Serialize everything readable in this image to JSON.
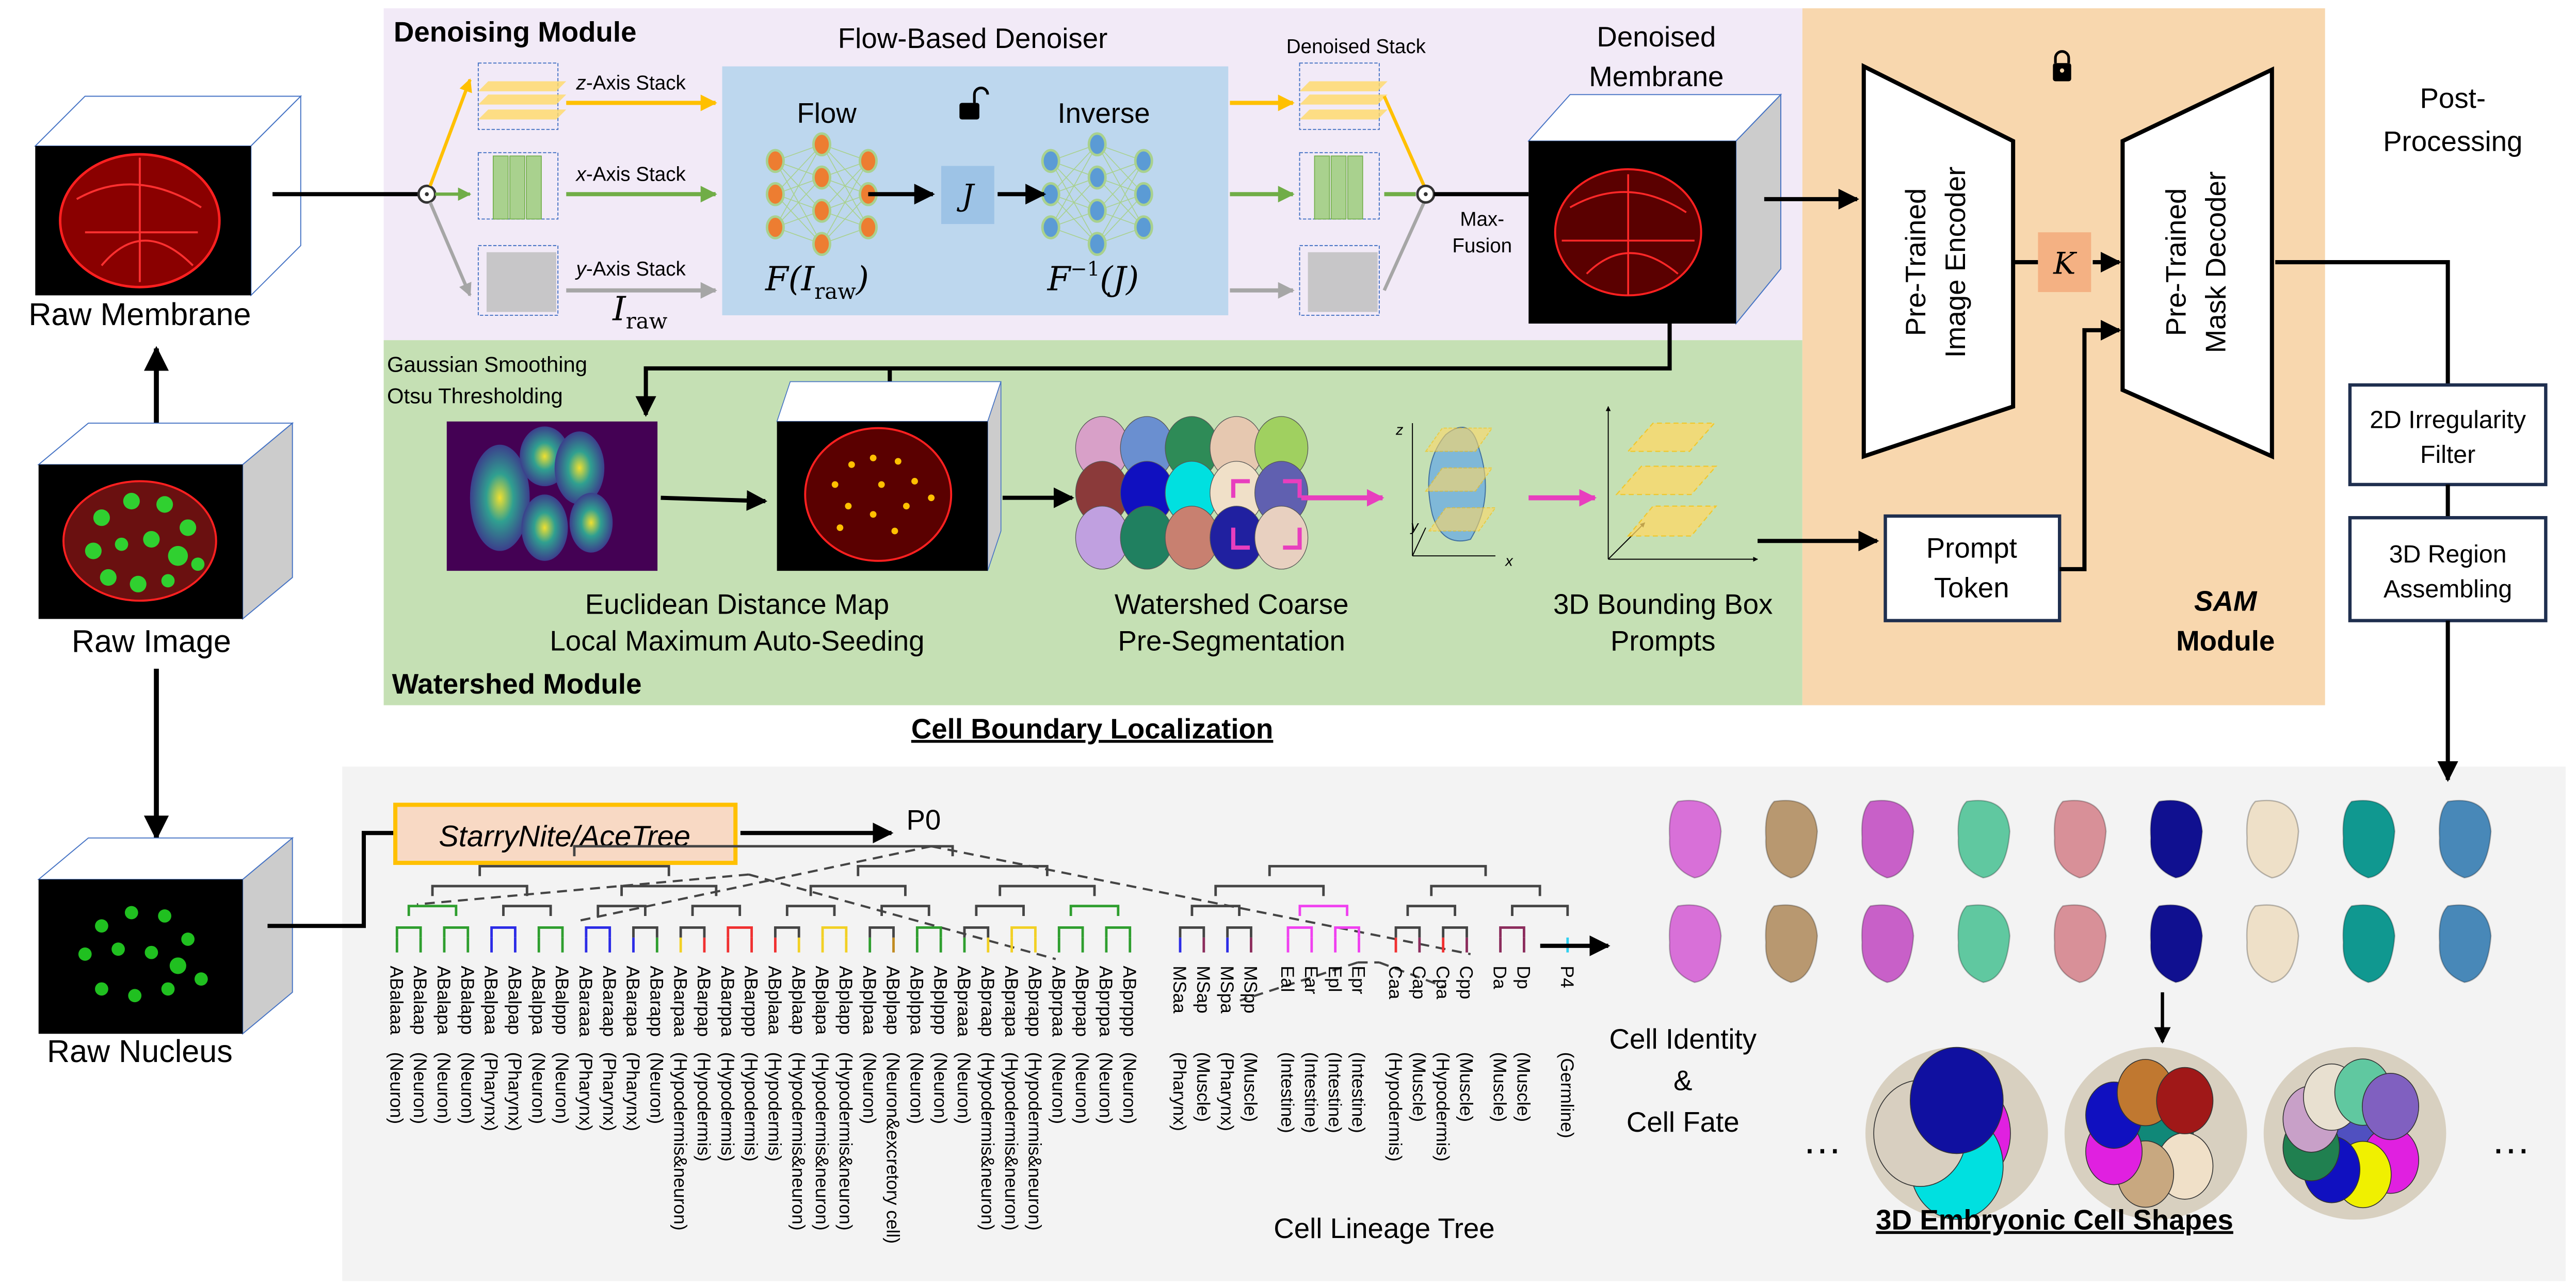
{
  "left_column": {
    "raw_membrane_label": "Raw Membrane",
    "raw_image_label": "Raw Image",
    "raw_nucleus_label": "Raw Nucleus"
  },
  "denoising_module": {
    "title": "Denoising Module",
    "stacks": [
      {
        "label_axis": "z",
        "label_rest": "-Axis Stack",
        "color": "#FFC000"
      },
      {
        "label_axis": "x",
        "label_rest": "-Axis Stack",
        "color": "#70AD47"
      },
      {
        "label_axis": "y",
        "label_rest": "-Axis Stack",
        "color": "#A6A6A6"
      }
    ],
    "input_symbol": "I",
    "input_subscript": "raw",
    "flow_denoiser": {
      "title": "Flow-Based Denoiser",
      "flow_label": "Flow",
      "inverse_label": "Inverse",
      "latent_symbol": "J",
      "flow_formula": "F(I",
      "flow_formula_sub": "raw",
      "flow_formula_end": ")",
      "inverse_formula": "F",
      "inverse_formula_sup": "−1",
      "inverse_formula_end": "(J)",
      "lock_state": "unlocked"
    },
    "denoised_stack_label": "Denoised Stack",
    "max_fusion_label_1": "Max-",
    "max_fusion_label_2": "Fusion",
    "denoised_membrane_label_1": "Denoised",
    "denoised_membrane_label_2": "Membrane"
  },
  "watershed_module": {
    "title": "Watershed Module",
    "preprocess_1": "Gaussian Smoothing",
    "preprocess_2": "Otsu Thresholding",
    "edm_label_1": "Euclidean Distance Map",
    "edm_label_2": "Local Maximum Auto-Seeding",
    "coarse_label_1": "Watershed Coarse",
    "coarse_label_2": "Pre-Segmentation",
    "bbox_label_1": "3D Bounding Box",
    "bbox_label_2": "Prompts",
    "axes": {
      "z": "z",
      "y": "y",
      "x": "x"
    }
  },
  "section_titles": {
    "cell_boundary": "Cell Boundary Localization",
    "cell_shapes": "3D Embryonic Cell Shapes"
  },
  "sam_module": {
    "title_1": "SAM",
    "title_2": "Module",
    "encoder_1": "Pre-Trained",
    "encoder_2": "Image Encoder",
    "decoder_1": "Pre-Trained",
    "decoder_2": "Mask Decoder",
    "key_symbol": "K",
    "prompt_token_1": "Prompt",
    "prompt_token_2": "Token",
    "lock_state": "locked"
  },
  "post_processing": {
    "title_1": "Post-",
    "title_2": "Processing",
    "steps": [
      {
        "line1": "2D Irregularity",
        "line2": "Filter"
      },
      {
        "line1": "3D Region",
        "line2": "Assembling"
      }
    ]
  },
  "lineage": {
    "tracker_label": "StarryNite/AceTree",
    "root_label": "P0",
    "tree_title": "Cell Lineage Tree",
    "fate_colors": {
      "Neuron": "#2E9E2E",
      "Pharynx": "#2B2BE6",
      "Hypodermis": "#F03030",
      "Hypodermis&neuron": "#F2D024",
      "Neuron&excretory cell": "#C08A20",
      "Muscle": "#8B2C5C",
      "Intestine": "#F040F0",
      "Germline": "#30D0F0"
    },
    "leaves": [
      {
        "name": "ABalaaa",
        "fate": "Neuron"
      },
      {
        "name": "ABalaap",
        "fate": "Neuron"
      },
      {
        "name": "ABalapa",
        "fate": "Neuron"
      },
      {
        "name": "ABalapp",
        "fate": "Neuron"
      },
      {
        "name": "ABalpaa",
        "fate": "Pharynx"
      },
      {
        "name": "ABalpap",
        "fate": "Pharynx"
      },
      {
        "name": "ABalppa",
        "fate": "Neuron"
      },
      {
        "name": "ABalppp",
        "fate": "Neuron"
      },
      {
        "name": "ABaraaa",
        "fate": "Pharynx"
      },
      {
        "name": "ABaraap",
        "fate": "Pharynx"
      },
      {
        "name": "ABarapa",
        "fate": "Pharynx"
      },
      {
        "name": "ABarapp",
        "fate": "Neuron"
      },
      {
        "name": "ABarpaa",
        "fate": "Hypodermis&neuron"
      },
      {
        "name": "ABarpap",
        "fate": "Hypodermis"
      },
      {
        "name": "ABarppa",
        "fate": "Hypodermis"
      },
      {
        "name": "ABarppp",
        "fate": "Hypodermis"
      },
      {
        "name": "ABplaaa",
        "fate": "Hypodermis"
      },
      {
        "name": "ABplaap",
        "fate": "Hypodermis&neuron"
      },
      {
        "name": "ABplapa",
        "fate": "Hypodermis&neuron"
      },
      {
        "name": "ABplapp",
        "fate": "Hypodermis&neuron"
      },
      {
        "name": "ABplpaa",
        "fate": "Neuron"
      },
      {
        "name": "ABplpap",
        "fate": "Neuron&excretory cell"
      },
      {
        "name": "ABplppa",
        "fate": "Neuron"
      },
      {
        "name": "ABplppp",
        "fate": "Neuron"
      },
      {
        "name": "ABpraaa",
        "fate": "Neuron"
      },
      {
        "name": "ABpraap",
        "fate": "Hypodermis&neuron"
      },
      {
        "name": "ABprapa",
        "fate": "Hypodermis&neuron"
      },
      {
        "name": "ABprapp",
        "fate": "Hypodermis&neuron"
      },
      {
        "name": "ABprpaa",
        "fate": "Neuron"
      },
      {
        "name": "ABprpap",
        "fate": "Neuron"
      },
      {
        "name": "ABprppa",
        "fate": "Neuron"
      },
      {
        "name": "ABprppp",
        "fate": "Neuron"
      },
      {
        "name": "MSaa",
        "fate": "Pharynx"
      },
      {
        "name": "MSap",
        "fate": "Muscle"
      },
      {
        "name": "MSpa",
        "fate": "Pharynx"
      },
      {
        "name": "MSpp",
        "fate": "Muscle"
      },
      {
        "name": "Eal",
        "fate": "Intestine"
      },
      {
        "name": "Ear",
        "fate": "Intestine"
      },
      {
        "name": "Epl",
        "fate": "Intestine"
      },
      {
        "name": "Epr",
        "fate": "Intestine"
      },
      {
        "name": "Caa",
        "fate": "Hypodermis"
      },
      {
        "name": "Cap",
        "fate": "Muscle"
      },
      {
        "name": "Cpa",
        "fate": "Hypodermis"
      },
      {
        "name": "Cpp",
        "fate": "Muscle"
      },
      {
        "name": "Da",
        "fate": "Muscle"
      },
      {
        "name": "Dp",
        "fate": "Muscle"
      },
      {
        "name": "P4",
        "fate": "Germline"
      }
    ]
  },
  "cell_fate_label_1": "Cell Identity",
  "cell_fate_label_2": "&",
  "cell_fate_label_3": "Cell Fate",
  "ellipsis": "…",
  "cell_shapes": {
    "row_colors": [
      "#D870D8",
      "#B89870",
      "#C860C8",
      "#60C8A0",
      "#D89098",
      "#101090",
      "#EEE0C8",
      "#109890",
      "#4888B8"
    ],
    "embryos": [
      {
        "colors": [
          "#E020E0",
          "#00E0E0",
          "#D8CFC0",
          "#1010A0"
        ]
      },
      {
        "colors": [
          "#108878",
          "#F0E0C8",
          "#C8A880",
          "#E020E0",
          "#1010C0",
          "#C07830",
          "#A01818"
        ]
      },
      {
        "colors": [
          "#5050C0",
          "#E020E0",
          "#F0F000",
          "#1010C0",
          "#208050",
          "#C8A0C8",
          "#E8E0D0",
          "#60C8A0",
          "#8060C0"
        ]
      }
    ]
  },
  "colors": {
    "denoising_bg": "#F2EAF7",
    "watershed_bg": "#C5E0B4",
    "sam_bg": "#F8D7AE",
    "lineage_bg": "#F3F3F3",
    "flow_box_bg": "#BDD7EE",
    "latent_box_bg": "#9DC3E6",
    "key_box_bg": "#F4B183",
    "tracker_box_bg": "#F8D9C4",
    "tracker_box_border": "#FFC000",
    "flow_node": "#ED7D31",
    "inverse_node": "#5B9BD5",
    "magenta_arrow": "#E83EBE"
  }
}
